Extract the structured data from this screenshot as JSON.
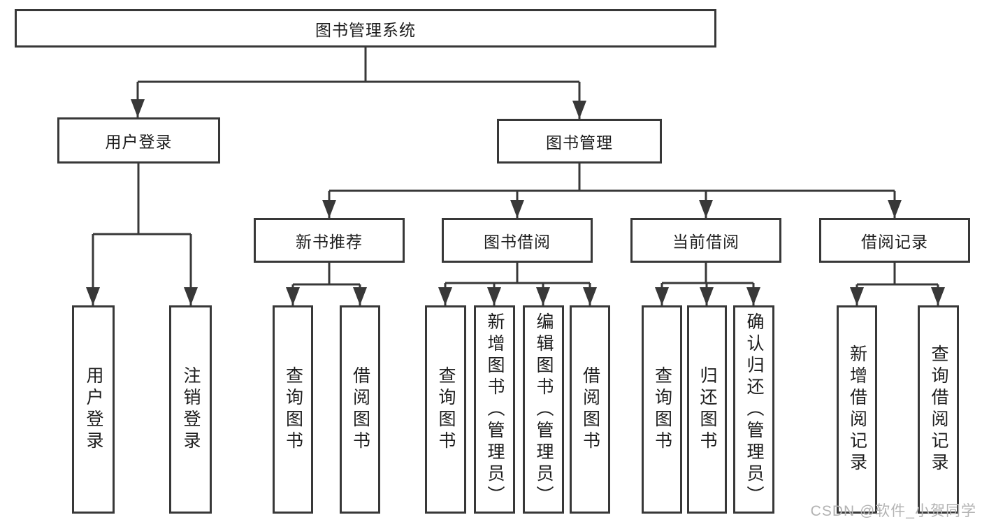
{
  "diagram_title": "图书管理系统",
  "tree": {
    "label": "图书管理系统",
    "children": [
      {
        "label": "用户登录",
        "children": [
          {
            "label": "用户登录"
          },
          {
            "label": "注销登录"
          }
        ]
      },
      {
        "label": "图书管理",
        "children": [
          {
            "label": "新书推荐",
            "children": [
              {
                "label": "查询图书"
              },
              {
                "label": "借阅图书"
              }
            ]
          },
          {
            "label": "图书借阅",
            "children": [
              {
                "label": "查询图书"
              },
              {
                "label": "新增图书（管理员）"
              },
              {
                "label": "编辑图书（管理员）"
              },
              {
                "label": "借阅图书"
              }
            ]
          },
          {
            "label": "当前借阅",
            "children": [
              {
                "label": "查询图书"
              },
              {
                "label": "归还图书"
              },
              {
                "label": "确认归还（管理员）"
              }
            ]
          },
          {
            "label": "借阅记录",
            "children": [
              {
                "label": "新增借阅记录"
              },
              {
                "label": "查询借阅记录"
              }
            ]
          }
        ]
      }
    ]
  },
  "watermark": {
    "text": "CSDN @软件_小贺同学"
  },
  "colors": {
    "line": "#383838",
    "text": "#1d1d1d",
    "watermark": "#b3b3b3",
    "background": "#ffffff"
  }
}
